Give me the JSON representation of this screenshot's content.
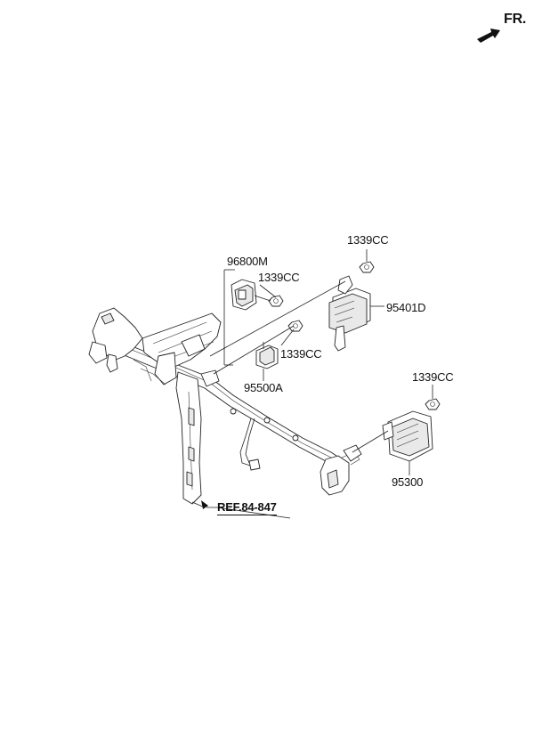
{
  "orientation": {
    "label": "FR.",
    "icon": "arrow-icon"
  },
  "parts": {
    "p96800m": "96800M",
    "p1339cc_a": "1339CC",
    "p1339cc_b": "1339CC",
    "p1339cc_c": "1339CC",
    "p1339cc_d": "1339CC",
    "p95401d": "95401D",
    "p95500a": "95500A",
    "p95300": "95300"
  },
  "reference": {
    "label": "REF.84-847"
  }
}
